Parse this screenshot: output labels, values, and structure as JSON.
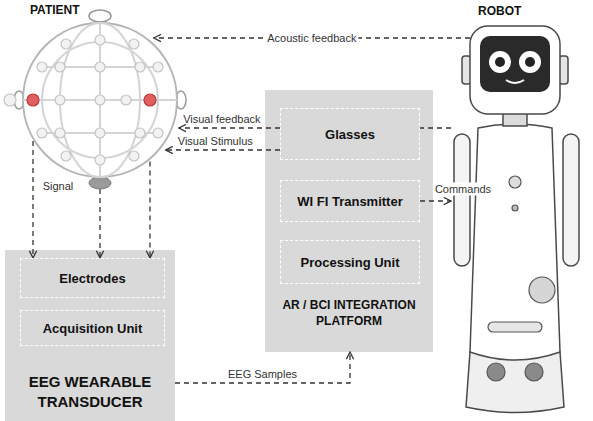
{
  "diagram": {
    "nodes": [
      {
        "text": [
          "PATIENT"
        ]
      },
      {
        "text": [
          "ROBOT"
        ]
      },
      {
        "text": [
          "AR / BCI INTEGRATION PLATFORM"
        ]
      },
      {
        "text": [
          "Glasses"
        ],
        "in": 2
      },
      {
        "text": [
          "WI FI Transmitter"
        ],
        "in": 2
      },
      {
        "text": [
          "Processing Unit"
        ],
        "in": 2
      },
      {
        "text": [
          "EEG WEARABLE TRANSDUCER"
        ]
      },
      {
        "text": [
          "Electrodes"
        ],
        "in": 6
      },
      {
        "text": [
          "Acquisition Unit"
        ],
        "in": 6
      }
    ],
    "edges": [
      {
        "from": 1,
        "to": 0,
        "label": "Acoustic feedback",
        "arrow": "to"
      },
      {
        "from": 1,
        "to": 0,
        "label": "Visual feedback",
        "arrow": "to"
      },
      {
        "from": 3,
        "to": 0,
        "label": "Visual Stimulus",
        "arrow": "to"
      },
      {
        "from": 4,
        "to": 1,
        "label": "Commands",
        "arrow": "to"
      },
      {
        "from": 6,
        "to": 2,
        "label": "EEG Samples",
        "arrow": "to"
      },
      {
        "from": 0,
        "to": 7,
        "label": "Signal",
        "arrow": "to"
      },
      {
        "from": 0,
        "to": 7,
        "arrow": "to"
      },
      {
        "from": 0,
        "to": 7,
        "arrow": "to"
      }
    ]
  }
}
